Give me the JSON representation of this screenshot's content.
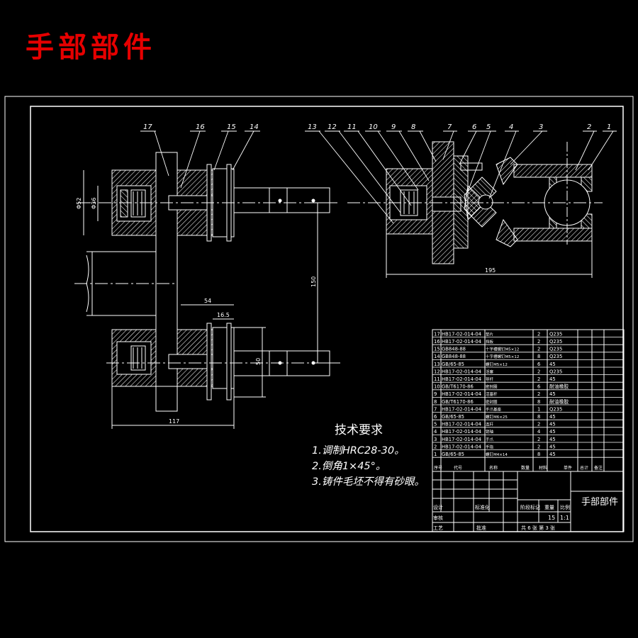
{
  "title": "手部部件",
  "part_numbers_top": [
    "17",
    "16",
    "15",
    "14",
    "13",
    "12",
    "11",
    "10",
    "9",
    "8",
    "7",
    "6",
    "5",
    "4",
    "3",
    "2",
    "1"
  ],
  "dimensions": [
    "Φ52",
    "Φ36",
    "195",
    "150",
    "54",
    "16.5",
    "50",
    "117"
  ],
  "technical_requirements": {
    "heading": "技术要求",
    "items": [
      "1.调制HRC28-30。",
      "2.倒角1×45°。",
      "3.铸件毛坯不得有砂眼。"
    ]
  },
  "bom": {
    "rows": [
      {
        "no": "17",
        "code": "HB17-02-014-04",
        "name": "垫片",
        "qty": "2",
        "material": "Q235"
      },
      {
        "no": "16",
        "code": "HB17-02-014-04",
        "name": "挡板",
        "qty": "2",
        "material": "Q235"
      },
      {
        "no": "15",
        "code": "GB848-88",
        "name": "十字槽螺钉M5×12",
        "qty": "2",
        "material": "Q235"
      },
      {
        "no": "14",
        "code": "GB848-88",
        "name": "十字槽螺钉M5×12",
        "qty": "8",
        "material": "Q235"
      },
      {
        "no": "13",
        "code": "GB/65-85",
        "name": "螺钉M5×12",
        "qty": "6",
        "material": "45"
      },
      {
        "no": "12",
        "code": "HB17-02-014-04",
        "name": "活塞",
        "qty": "2",
        "material": "Q235"
      },
      {
        "no": "11",
        "code": "HB17-02-014-04",
        "name": "导杆",
        "qty": "2",
        "material": "45"
      },
      {
        "no": "10",
        "code": "GB/T6170-86",
        "name": "密封圈",
        "qty": "6",
        "material": "耐油橡胶"
      },
      {
        "no": "9",
        "code": "HB17-02-014-04",
        "name": "活塞杆",
        "qty": "2",
        "material": "45"
      },
      {
        "no": "8",
        "code": "GB/T6170-86",
        "name": "密封圈",
        "qty": "8",
        "material": "耐油橡胶"
      },
      {
        "no": "7",
        "code": "HB17-02-014-04",
        "name": "手爪基座",
        "qty": "1",
        "material": "Q235"
      },
      {
        "no": "6",
        "code": "GB/65-85",
        "name": "螺钉M6×25",
        "qty": "8",
        "material": "45"
      },
      {
        "no": "5",
        "code": "HB17-02-014-04",
        "name": "连杆",
        "qty": "2",
        "material": "45"
      },
      {
        "no": "4",
        "code": "HB17-02-014-04",
        "name": "销轴",
        "qty": "4",
        "material": "45"
      },
      {
        "no": "3",
        "code": "HB17-02-014-04",
        "name": "手爪",
        "qty": "2",
        "material": "45"
      },
      {
        "no": "2",
        "code": "HB17-02-014-04",
        "name": "手指",
        "qty": "2",
        "material": "45"
      },
      {
        "no": "1",
        "code": "GB/65-85",
        "name": "螺钉M4×14",
        "qty": "8",
        "material": "45"
      }
    ],
    "header": [
      "序号",
      "代号",
      "名称",
      "数量",
      "材料",
      "单件",
      "总计",
      "备注"
    ]
  },
  "title_block": {
    "drawing_name": "手部部件",
    "labels": [
      "设计",
      "标准化",
      "审核",
      "工艺",
      "批准",
      "阶段标记",
      "重量",
      "比例"
    ],
    "scale": "1:1",
    "weight": "15",
    "sheets": "共 6 张 第 3 张"
  },
  "colors": {
    "frame": "#ffffff",
    "hatch": "#ffffff",
    "title": "#e60000",
    "dim": "#ffffff"
  }
}
